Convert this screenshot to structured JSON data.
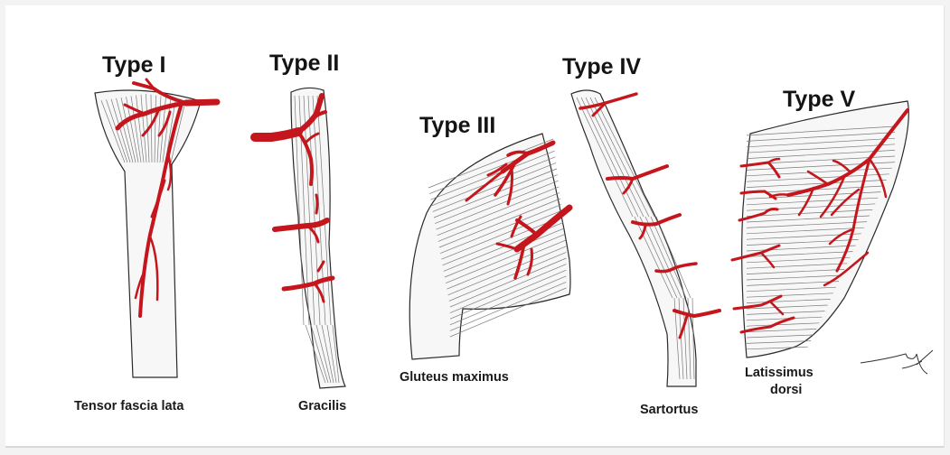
{
  "types": {
    "type1": "Type I",
    "type2": "Type II",
    "type3": "Type III",
    "type4": "Type IV",
    "type5": "Type V"
  },
  "muscles": {
    "tensor": "Tensor fascia lata",
    "gracilis": "Gracilis",
    "gluteus": "Gluteus maximus",
    "sartorius": "Sartortus",
    "latissimus_line1": "Latissimus",
    "latissimus_line2": "dorsi"
  },
  "colors": {
    "vessel": "#c4161c",
    "outline": "#2a2a2a",
    "fiber": "#7a7a7a"
  }
}
